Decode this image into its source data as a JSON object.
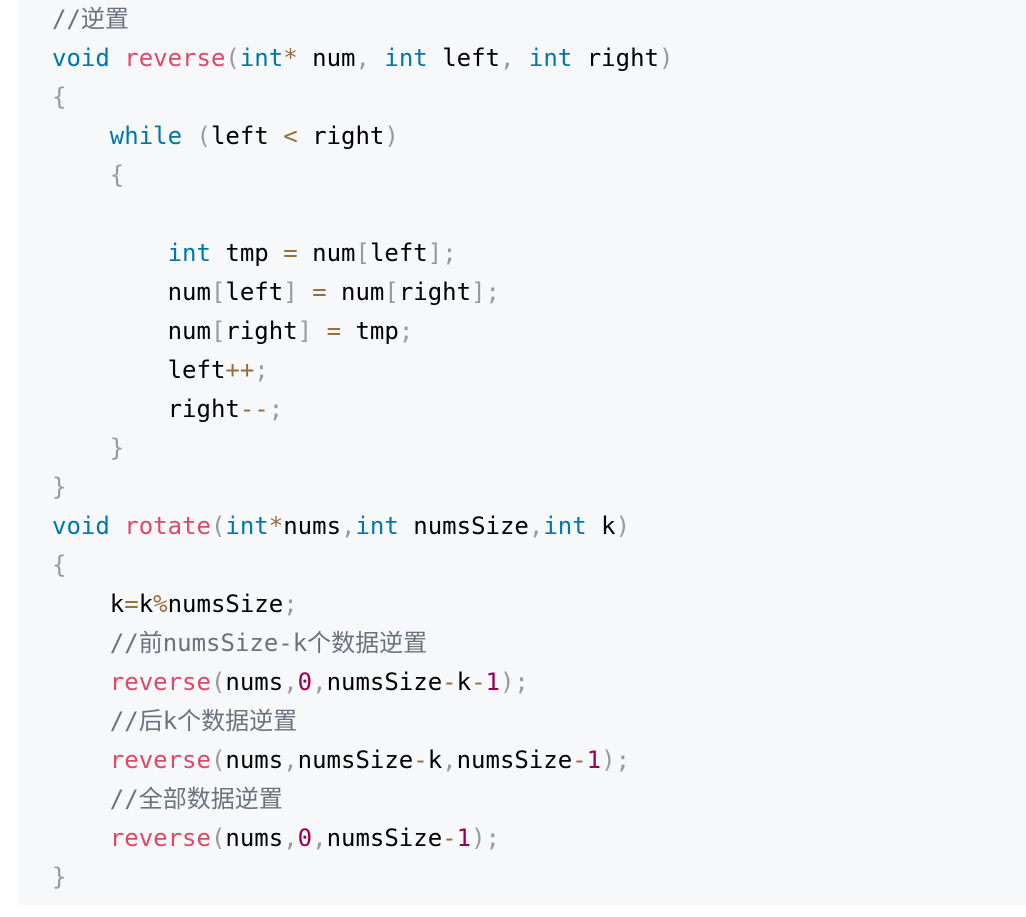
{
  "code": {
    "language": "c",
    "lines": [
      {
        "tokens": [
          {
            "t": "comment",
            "v": "//逆置"
          }
        ]
      },
      {
        "tokens": [
          {
            "t": "type",
            "v": "void"
          },
          {
            "t": "ws",
            "v": " "
          },
          {
            "t": "function",
            "v": "reverse"
          },
          {
            "t": "punctuation",
            "v": "("
          },
          {
            "t": "type",
            "v": "int"
          },
          {
            "t": "operator",
            "v": "*"
          },
          {
            "t": "ws",
            "v": " "
          },
          {
            "t": "ident",
            "v": "num"
          },
          {
            "t": "punctuation",
            "v": ","
          },
          {
            "t": "ws",
            "v": " "
          },
          {
            "t": "type",
            "v": "int"
          },
          {
            "t": "ws",
            "v": " "
          },
          {
            "t": "ident",
            "v": "left"
          },
          {
            "t": "punctuation",
            "v": ","
          },
          {
            "t": "ws",
            "v": " "
          },
          {
            "t": "type",
            "v": "int"
          },
          {
            "t": "ws",
            "v": " "
          },
          {
            "t": "ident",
            "v": "right"
          },
          {
            "t": "punctuation",
            "v": ")"
          }
        ]
      },
      {
        "tokens": [
          {
            "t": "punctuation",
            "v": "{"
          }
        ]
      },
      {
        "tokens": [
          {
            "t": "ws",
            "v": "    "
          },
          {
            "t": "keyword",
            "v": "while"
          },
          {
            "t": "ws",
            "v": " "
          },
          {
            "t": "punctuation",
            "v": "("
          },
          {
            "t": "ident",
            "v": "left"
          },
          {
            "t": "ws",
            "v": " "
          },
          {
            "t": "operator",
            "v": "<"
          },
          {
            "t": "ws",
            "v": " "
          },
          {
            "t": "ident",
            "v": "right"
          },
          {
            "t": "punctuation",
            "v": ")"
          }
        ]
      },
      {
        "tokens": [
          {
            "t": "ws",
            "v": "    "
          },
          {
            "t": "punctuation",
            "v": "{"
          }
        ]
      },
      {
        "tokens": []
      },
      {
        "tokens": [
          {
            "t": "ws",
            "v": "        "
          },
          {
            "t": "type",
            "v": "int"
          },
          {
            "t": "ws",
            "v": " "
          },
          {
            "t": "ident",
            "v": "tmp"
          },
          {
            "t": "ws",
            "v": " "
          },
          {
            "t": "operator",
            "v": "="
          },
          {
            "t": "ws",
            "v": " "
          },
          {
            "t": "ident",
            "v": "num"
          },
          {
            "t": "punctuation",
            "v": "["
          },
          {
            "t": "ident",
            "v": "left"
          },
          {
            "t": "punctuation",
            "v": "]"
          },
          {
            "t": "punctuation",
            "v": ";"
          }
        ]
      },
      {
        "tokens": [
          {
            "t": "ws",
            "v": "        "
          },
          {
            "t": "ident",
            "v": "num"
          },
          {
            "t": "punctuation",
            "v": "["
          },
          {
            "t": "ident",
            "v": "left"
          },
          {
            "t": "punctuation",
            "v": "]"
          },
          {
            "t": "ws",
            "v": " "
          },
          {
            "t": "operator",
            "v": "="
          },
          {
            "t": "ws",
            "v": " "
          },
          {
            "t": "ident",
            "v": "num"
          },
          {
            "t": "punctuation",
            "v": "["
          },
          {
            "t": "ident",
            "v": "right"
          },
          {
            "t": "punctuation",
            "v": "]"
          },
          {
            "t": "punctuation",
            "v": ";"
          }
        ]
      },
      {
        "tokens": [
          {
            "t": "ws",
            "v": "        "
          },
          {
            "t": "ident",
            "v": "num"
          },
          {
            "t": "punctuation",
            "v": "["
          },
          {
            "t": "ident",
            "v": "right"
          },
          {
            "t": "punctuation",
            "v": "]"
          },
          {
            "t": "ws",
            "v": " "
          },
          {
            "t": "operator",
            "v": "="
          },
          {
            "t": "ws",
            "v": " "
          },
          {
            "t": "ident",
            "v": "tmp"
          },
          {
            "t": "punctuation",
            "v": ";"
          }
        ]
      },
      {
        "tokens": [
          {
            "t": "ws",
            "v": "        "
          },
          {
            "t": "ident",
            "v": "left"
          },
          {
            "t": "operator",
            "v": "++"
          },
          {
            "t": "punctuation",
            "v": ";"
          }
        ]
      },
      {
        "tokens": [
          {
            "t": "ws",
            "v": "        "
          },
          {
            "t": "ident",
            "v": "right"
          },
          {
            "t": "operator",
            "v": "--"
          },
          {
            "t": "punctuation",
            "v": ";"
          }
        ]
      },
      {
        "tokens": [
          {
            "t": "ws",
            "v": "    "
          },
          {
            "t": "punctuation",
            "v": "}"
          }
        ]
      },
      {
        "tokens": [
          {
            "t": "punctuation",
            "v": "}"
          }
        ]
      },
      {
        "tokens": [
          {
            "t": "type",
            "v": "void"
          },
          {
            "t": "ws",
            "v": " "
          },
          {
            "t": "function",
            "v": "rotate"
          },
          {
            "t": "punctuation",
            "v": "("
          },
          {
            "t": "type",
            "v": "int"
          },
          {
            "t": "operator",
            "v": "*"
          },
          {
            "t": "ident",
            "v": "nums"
          },
          {
            "t": "punctuation",
            "v": ","
          },
          {
            "t": "type",
            "v": "int"
          },
          {
            "t": "ws",
            "v": " "
          },
          {
            "t": "ident",
            "v": "numsSize"
          },
          {
            "t": "punctuation",
            "v": ","
          },
          {
            "t": "type",
            "v": "int"
          },
          {
            "t": "ws",
            "v": " "
          },
          {
            "t": "ident",
            "v": "k"
          },
          {
            "t": "punctuation",
            "v": ")"
          }
        ]
      },
      {
        "tokens": [
          {
            "t": "punctuation",
            "v": "{"
          }
        ]
      },
      {
        "tokens": [
          {
            "t": "ws",
            "v": "    "
          },
          {
            "t": "ident",
            "v": "k"
          },
          {
            "t": "operator",
            "v": "="
          },
          {
            "t": "ident",
            "v": "k"
          },
          {
            "t": "operator",
            "v": "%"
          },
          {
            "t": "ident",
            "v": "numsSize"
          },
          {
            "t": "punctuation",
            "v": ";"
          }
        ]
      },
      {
        "tokens": [
          {
            "t": "ws",
            "v": "    "
          },
          {
            "t": "comment",
            "v": "//前numsSize-k个数据逆置"
          }
        ]
      },
      {
        "tokens": [
          {
            "t": "ws",
            "v": "    "
          },
          {
            "t": "function",
            "v": "reverse"
          },
          {
            "t": "punctuation",
            "v": "("
          },
          {
            "t": "ident",
            "v": "nums"
          },
          {
            "t": "punctuation",
            "v": ","
          },
          {
            "t": "number",
            "v": "0"
          },
          {
            "t": "punctuation",
            "v": ","
          },
          {
            "t": "ident",
            "v": "numsSize"
          },
          {
            "t": "operator",
            "v": "-"
          },
          {
            "t": "ident",
            "v": "k"
          },
          {
            "t": "operator",
            "v": "-"
          },
          {
            "t": "number",
            "v": "1"
          },
          {
            "t": "punctuation",
            "v": ")"
          },
          {
            "t": "punctuation",
            "v": ";"
          }
        ]
      },
      {
        "tokens": [
          {
            "t": "ws",
            "v": "    "
          },
          {
            "t": "comment",
            "v": "//后k个数据逆置"
          }
        ]
      },
      {
        "tokens": [
          {
            "t": "ws",
            "v": "    "
          },
          {
            "t": "function",
            "v": "reverse"
          },
          {
            "t": "punctuation",
            "v": "("
          },
          {
            "t": "ident",
            "v": "nums"
          },
          {
            "t": "punctuation",
            "v": ","
          },
          {
            "t": "ident",
            "v": "numsSize"
          },
          {
            "t": "operator",
            "v": "-"
          },
          {
            "t": "ident",
            "v": "k"
          },
          {
            "t": "punctuation",
            "v": ","
          },
          {
            "t": "ident",
            "v": "numsSize"
          },
          {
            "t": "operator",
            "v": "-"
          },
          {
            "t": "number",
            "v": "1"
          },
          {
            "t": "punctuation",
            "v": ")"
          },
          {
            "t": "punctuation",
            "v": ";"
          }
        ]
      },
      {
        "tokens": [
          {
            "t": "ws",
            "v": "    "
          },
          {
            "t": "comment",
            "v": "//全部数据逆置"
          }
        ]
      },
      {
        "tokens": [
          {
            "t": "ws",
            "v": "    "
          },
          {
            "t": "function",
            "v": "reverse"
          },
          {
            "t": "punctuation",
            "v": "("
          },
          {
            "t": "ident",
            "v": "nums"
          },
          {
            "t": "punctuation",
            "v": ","
          },
          {
            "t": "number",
            "v": "0"
          },
          {
            "t": "punctuation",
            "v": ","
          },
          {
            "t": "ident",
            "v": "numsSize"
          },
          {
            "t": "operator",
            "v": "-"
          },
          {
            "t": "number",
            "v": "1"
          },
          {
            "t": "punctuation",
            "v": ")"
          },
          {
            "t": "punctuation",
            "v": ";"
          }
        ]
      },
      {
        "tokens": [
          {
            "t": "punctuation",
            "v": "}"
          }
        ]
      }
    ]
  }
}
